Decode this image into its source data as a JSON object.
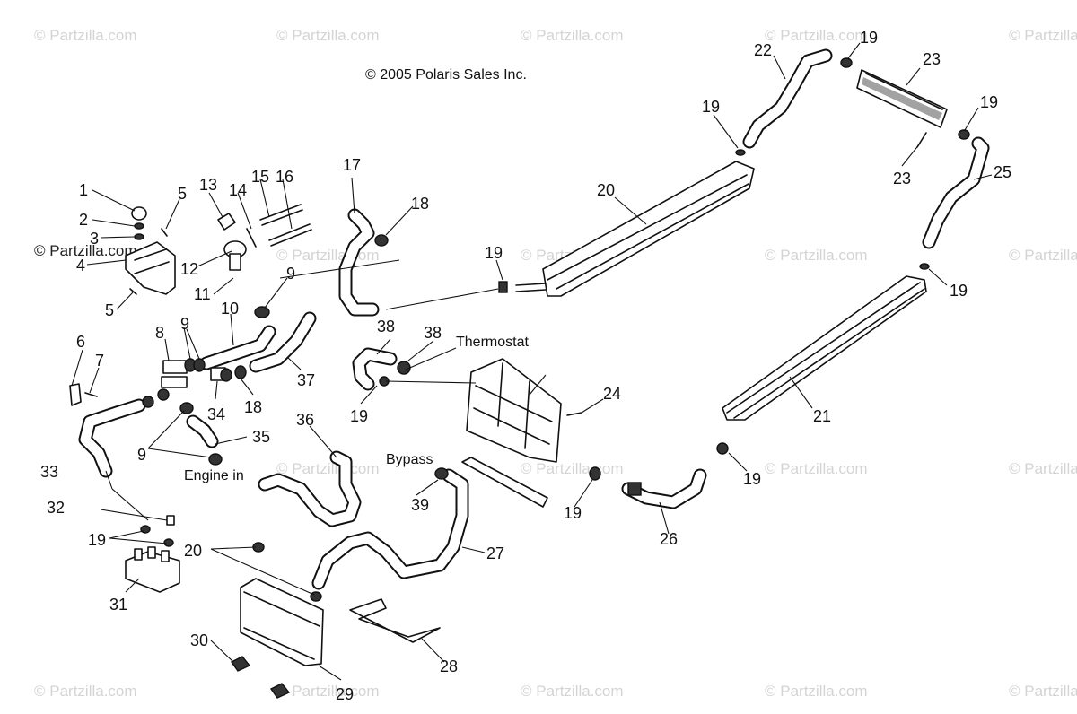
{
  "copyright": "© 2005 Polaris Sales Inc.",
  "watermark": "© Partzilla.com",
  "labels": {
    "thermostat": "Thermostat",
    "bypass": "Bypass",
    "engine_in": "Engine in"
  },
  "part_numbers": [
    "1",
    "2",
    "3",
    "4",
    "5",
    "5",
    "6",
    "7",
    "8",
    "9",
    "9",
    "9",
    "9",
    "10",
    "11",
    "12",
    "13",
    "14",
    "15",
    "16",
    "17",
    "18",
    "18",
    "19",
    "19",
    "19",
    "19",
    "19",
    "19",
    "19",
    "19",
    "19",
    "20",
    "20",
    "21",
    "22",
    "23",
    "23",
    "24",
    "25",
    "26",
    "27",
    "28",
    "29",
    "30",
    "31",
    "32",
    "33",
    "34",
    "35",
    "36",
    "37",
    "38",
    "38",
    "39"
  ]
}
